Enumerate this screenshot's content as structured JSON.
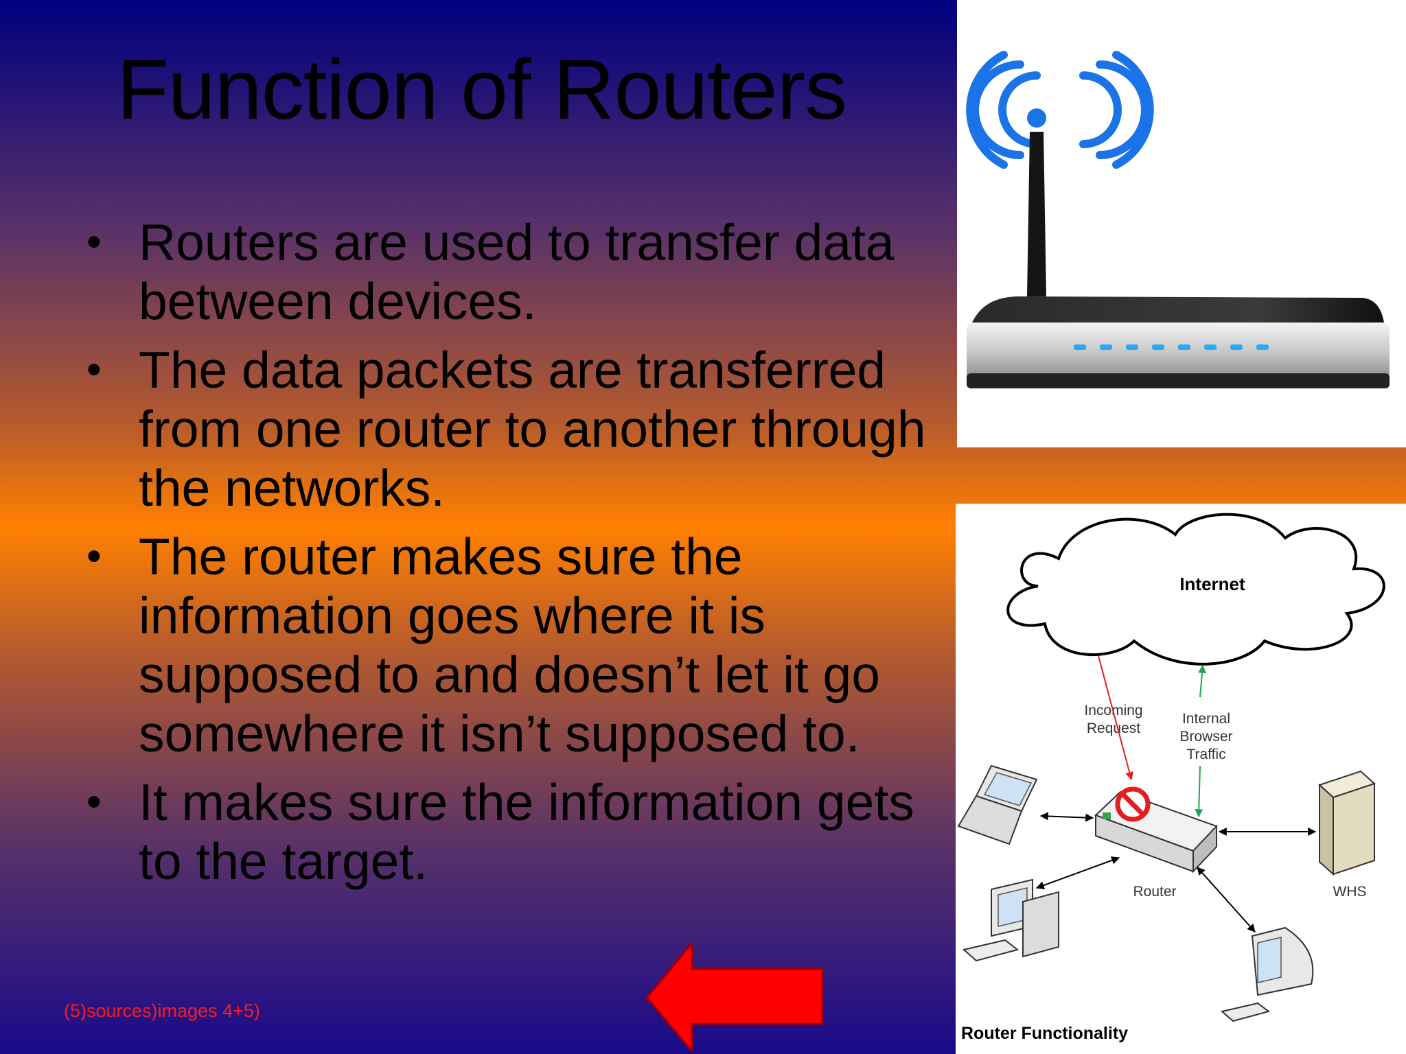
{
  "title": "Function of Routers",
  "bullets": [
    "Routers are used to transfer data between devices.",
    "The data packets are transferred from one router to another through the networks.",
    "The router makes sure the information goes where it is supposed to and doesn’t let it go somewhere it isn’t supposed to.",
    "It makes sure the information gets to the target."
  ],
  "bullet_symbol": "•",
  "source_note": "(5)sources)images 4+5)",
  "diagram": {
    "internet": "Internet",
    "incoming_1": "Incoming",
    "incoming_2": "Request",
    "internal_1": "Internal",
    "internal_2": "Browser",
    "internal_3": "Traffic",
    "router": "Router",
    "whs": "WHS",
    "caption": "Router Functionality"
  },
  "colors": {
    "gradient_top": "#00007f",
    "gradient_mid": "#ff8000",
    "source_note": "#ff1a1a",
    "arrow": "#ff0000",
    "signal": "#1a73e8"
  }
}
